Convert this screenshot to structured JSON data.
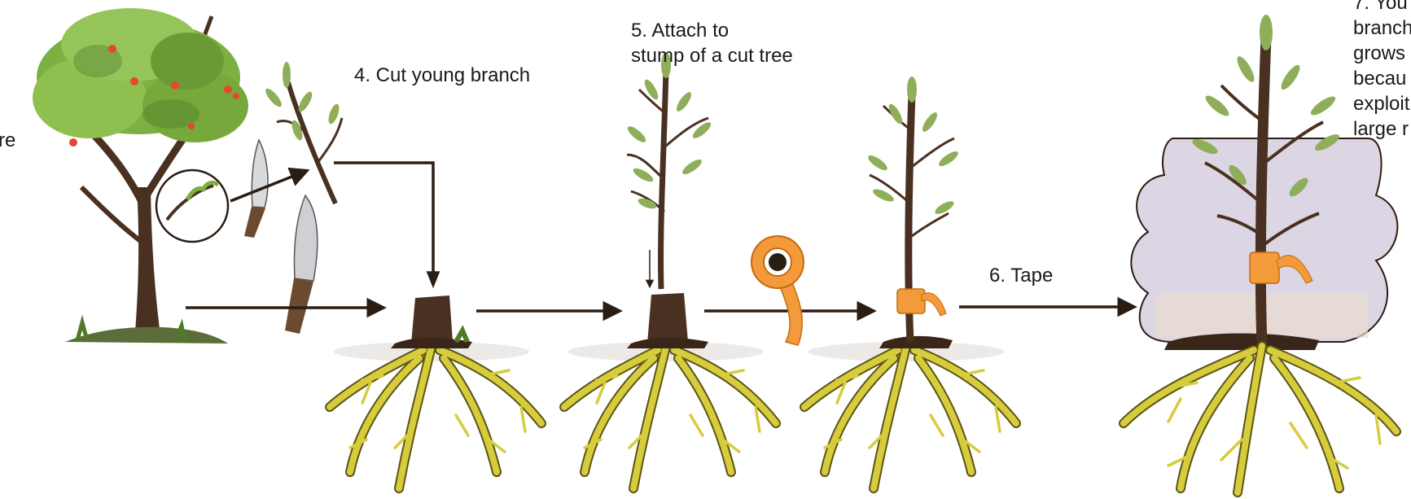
{
  "labels": {
    "step3_tail": "re",
    "step4": "4. Cut young branch",
    "step5": "5. Attach to\nstump of a cut tree",
    "step6": "6. Tape",
    "step7": "7. You\nbranch\ngrows\nbecau\nexploit\nlarge r"
  },
  "icons": [
    "fruit-tree-icon",
    "knife-icon",
    "machete-icon",
    "cut-branch-icon",
    "tree-stump-icon",
    "grafted-sapling-icon",
    "tape-roll-icon",
    "taped-sapling-icon",
    "grown-grafted-tree-icon"
  ],
  "colors": {
    "ink": "#2a1d14",
    "trunk": "#4a3020",
    "foliage": "#7db043",
    "foliage_dark": "#4f7a28",
    "leaf": "#8fae5a",
    "root": "#d6cc3c",
    "root_outline": "#5b5416",
    "tape": "#f39a3a",
    "tape_dark": "#c46a12",
    "fruit": "#e5472f",
    "blob": "#dcd6e4"
  }
}
